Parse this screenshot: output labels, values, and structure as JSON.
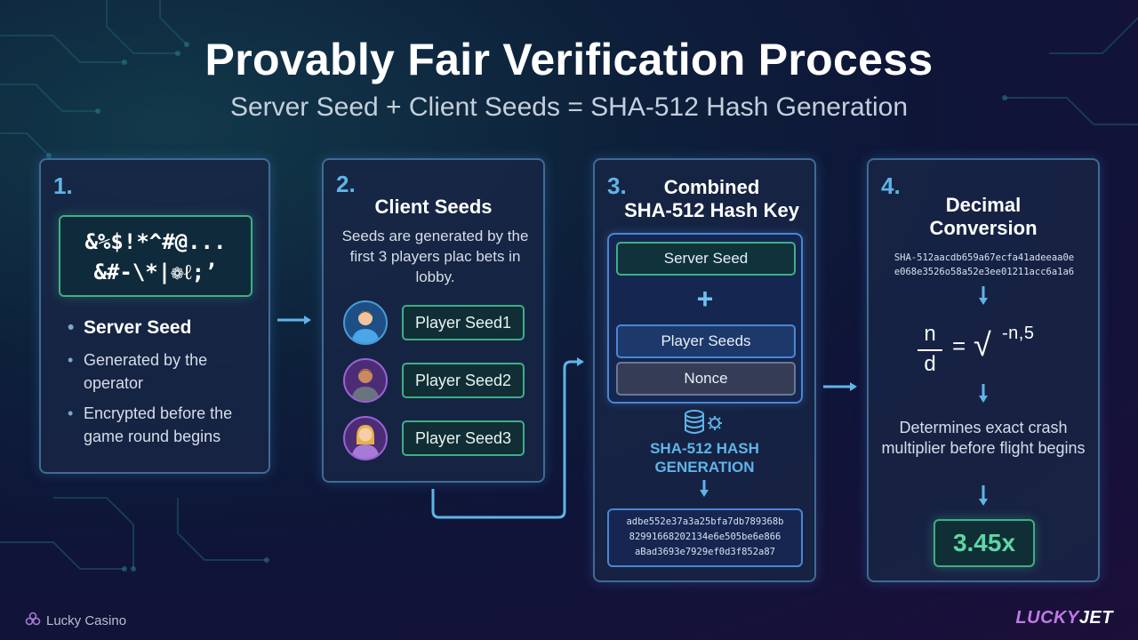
{
  "header": {
    "title": "Provably Fair Verification Process",
    "subtitle": "Server Seed + Client Seeds = SHA-512 Hash Generation"
  },
  "step1": {
    "number": "1.",
    "seed_line1": "&%$!*^#@...",
    "seed_line2": "&#-\\*|❁ℓ;’",
    "bullets": [
      "Server Seed",
      "Generated by the operator",
      "Encrypted before the game round begins"
    ]
  },
  "step2": {
    "number": "2.",
    "title": "Client Seeds",
    "description": "Seeds are generated by the first 3 players plac bets in lobby.",
    "players": [
      {
        "label": "Player Seed1"
      },
      {
        "label": "Player Seed2"
      },
      {
        "label": "Player Seed3"
      }
    ]
  },
  "step3": {
    "number": "3.",
    "title_line1": "Combined",
    "title_line2": "SHA-512 Hash Key",
    "server_seed": "Server Seed",
    "plus": "+",
    "player_seeds": "Player Seeds",
    "nonce": "Nonce",
    "hash_label_line1": "SHA-512 HASH",
    "hash_label_line2": "GENERATION",
    "hash_lines": [
      "adbe552e37a3a25bfa7db789368b",
      "82991668202134e6e505be6e866",
      "aBad3693e7929ef0d3f852a87"
    ]
  },
  "step4": {
    "number": "4.",
    "title_line1": "Decimal",
    "title_line2": "Conversion",
    "hash_lines": [
      "SHA-512aacdb659a67ecfa41adeeaa0e",
      "e068e3526o58a52e3ee01211acc6a1a6"
    ],
    "formula_numerator": "n",
    "formula_denominator": "d",
    "formula_equals": "=",
    "formula_root": "√",
    "formula_exponent": "-n,5",
    "description": "Determines exact crash multiplier before flight begins",
    "result": "3.45x"
  },
  "footer": {
    "brand": "Lucky Casino",
    "logo_part1": "LUCKY",
    "logo_part2": "JET"
  },
  "colors": {
    "accent_blue": "#5fb4e8",
    "accent_green": "#3fae86",
    "result_green": "#5fd6a4",
    "panel_border": "#3f6b95"
  }
}
